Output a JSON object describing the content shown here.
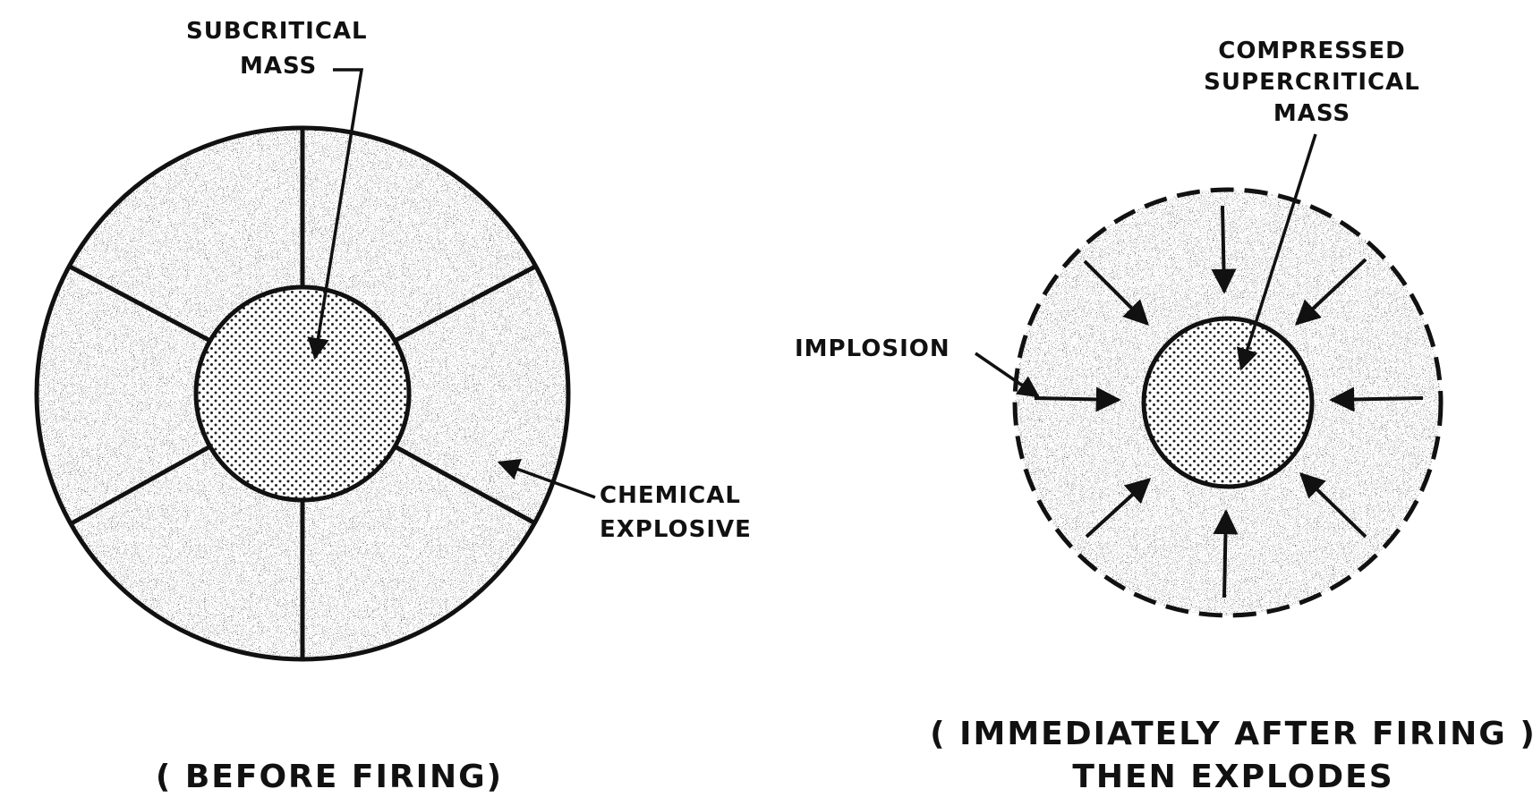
{
  "diagram": {
    "before": {
      "label_subcritical_1": "SUBCRITICAL",
      "label_subcritical_2": "MASS",
      "label_explosive_1": "CHEMICAL",
      "label_explosive_2": "EXPLOSIVE",
      "caption": "( BEFORE FIRING)"
    },
    "after": {
      "label_compressed_1": "COMPRESSED",
      "label_compressed_2": "SUPERCRITICAL",
      "label_compressed_3": "MASS",
      "label_implosion": "IMPLOSION",
      "caption_1": "( IMMEDIATELY AFTER FIRING )",
      "caption_2": "THEN EXPLODES"
    }
  }
}
